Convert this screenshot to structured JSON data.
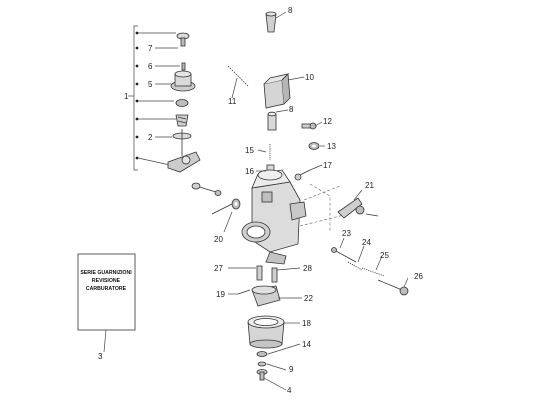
{
  "diagram": {
    "labels": {
      "l1": "1",
      "l2": "2",
      "l3": "3",
      "l4": "4",
      "l5": "5",
      "l6": "6",
      "l7": "7",
      "l8a": "8",
      "l8b": "8",
      "l9": "9",
      "l10": "10",
      "l11": "11",
      "l12": "12",
      "l13": "13",
      "l14": "14",
      "l15": "15",
      "l16": "16",
      "l17": "17",
      "l18": "18",
      "l19": "19",
      "l20": "20",
      "l21": "21",
      "l22": "22",
      "l23": "23",
      "l24": "24",
      "l25": "25",
      "l26": "26",
      "l27": "27",
      "l28": "28"
    },
    "kit": {
      "line1": "SERIE GUARNIZIONI",
      "line2": "REVISIONE",
      "line3": "CARBURATORE"
    }
  },
  "colors": {
    "part_fill": "#d9d9d9",
    "part_dark": "#9a9a9a",
    "line": "#333333"
  }
}
